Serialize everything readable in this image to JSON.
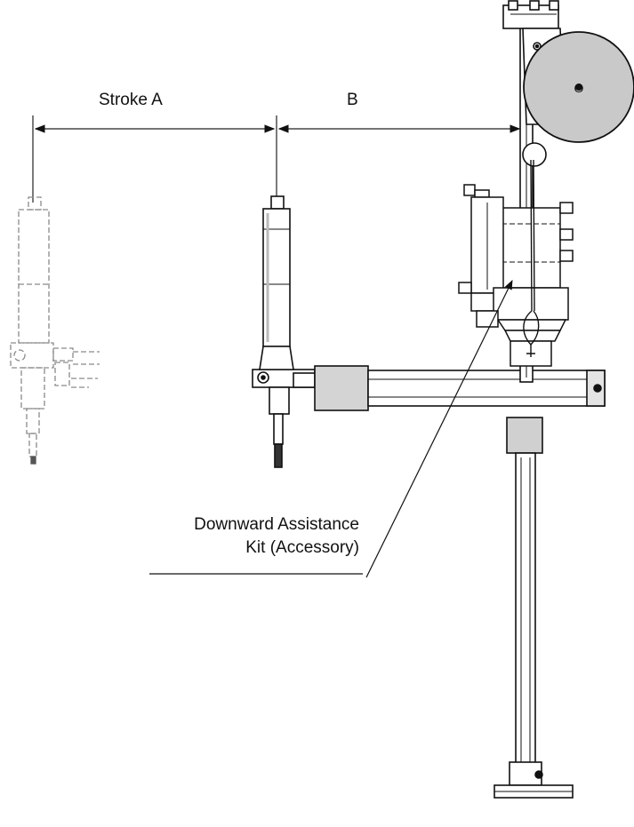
{
  "labels": {
    "stroke_a": "Stroke A",
    "b": "B",
    "kit_line1": "Downward Assistance",
    "kit_line2": "Kit (Accessory)",
    "reel_mark": "O"
  },
  "colors": {
    "ink": "#111111",
    "shade": "#cfcfcf",
    "faint": "#9a9a9a",
    "background": "#ffffff"
  }
}
